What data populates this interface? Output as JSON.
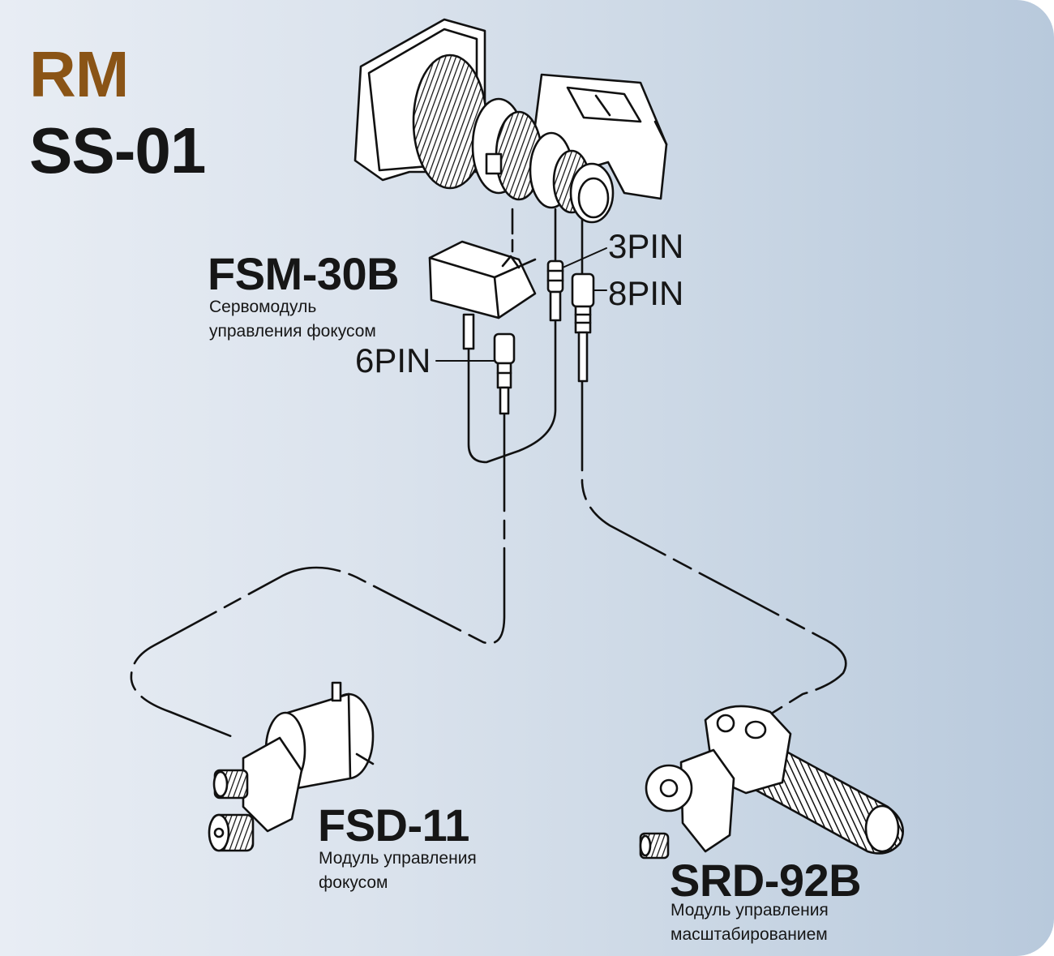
{
  "kit": {
    "line1": "RM",
    "line2": "SS-01",
    "accent": "#8a5416"
  },
  "pins": {
    "pin3": "3PIN",
    "pin8": "8PIN",
    "pin6": "6PIN"
  },
  "modules": {
    "fsm": {
      "model": "FSM-30B",
      "desc1": "Сервомодуль",
      "desc2": "управления фокусом"
    },
    "fsd": {
      "model": "FSD-11",
      "desc1": "Модуль управления",
      "desc2": "фокусом"
    },
    "srd": {
      "model": "SRD-92B",
      "desc1": "Модуль управления",
      "desc2": "масштабированием"
    }
  }
}
